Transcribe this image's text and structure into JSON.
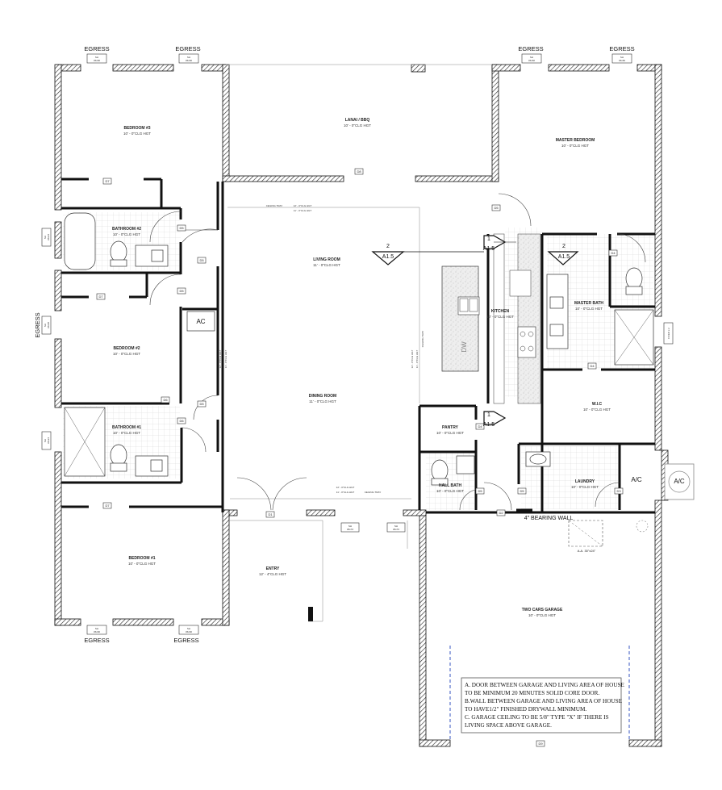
{
  "rooms": {
    "bedroom3": {
      "name": "BEDROOM #3",
      "clg": "10' - 0\"CLG HGT"
    },
    "lanai": {
      "name": "LANAI / BBQ",
      "clg": "10' - 0\"CLG HGT"
    },
    "master_bedroom": {
      "name": "MASTER BEDROOM",
      "clg": "10' - 0\"CLG HGT"
    },
    "bathroom2": {
      "name": "BATHROOM #2",
      "clg": "10' - 0\"CLG HGT"
    },
    "living_room": {
      "name": "LIVING ROOM",
      "clg": "11' - 0\"CLG HGT"
    },
    "master_bath": {
      "name": "MASTER BATH",
      "clg": "10' - 0\"CLG HGT"
    },
    "kitchen": {
      "name": "KITCHEN",
      "clg": "10' - 0\"CLG HGT"
    },
    "bedroom2": {
      "name": "BEDROOM #2",
      "clg": "10' - 0\"CLG HGT"
    },
    "dining_room": {
      "name": "DINING ROOM",
      "clg": "11' - 0\"CLG HGT"
    },
    "wic": {
      "name": "W.I.C",
      "clg": "10' - 0\"CLG HGT"
    },
    "bathroom1": {
      "name": "BATHROOM #1",
      "clg": "10' - 0\"CLG HGT"
    },
    "pantry": {
      "name": "PANTRY",
      "clg": "10' - 0\"CLG HGT"
    },
    "laundry": {
      "name": "LAUNDRY",
      "clg": "10' - 0\"CLG HGT"
    },
    "hall_bath": {
      "name": "HALL BATH",
      "clg": "10' - 0\"CLG HGT"
    },
    "bedroom1": {
      "name": "BEDROOM #1",
      "clg": "10' - 0\"CLG HGT"
    },
    "entry": {
      "name": "ENTRY",
      "clg": "12' - 4\"CLG HGT"
    },
    "garage": {
      "name": "TWO CARS GARAGE",
      "clg": "10' - 0\"CLG HGT"
    }
  },
  "egress": "EGRESS",
  "window_tag": {
    "type": "SH",
    "size_36x60": "36x60",
    "size_36x72": "36x72",
    "size_36x24": "36x24",
    "size_36x48": "36x48",
    "fixed": "FIXED x 2"
  },
  "doors": {
    "d1": "D1",
    "d2": "D2",
    "d3": "D3",
    "d4": "D4",
    "d5": "D5",
    "d6": "D6",
    "d7": "D7",
    "d8": "D8",
    "d9": "D9"
  },
  "labels": {
    "ac": "AC",
    "ac2": "A/C",
    "bearing_wall": "4\" BEARING WALL",
    "attic_access": "A.A. 30\"x24\"",
    "dw": "DW",
    "ceiling_tray": "CEILING TRAY",
    "clg_12": "12' - 0\"CLG HGT",
    "clg_11": "11' - 0\"CLG HGT"
  },
  "section_markers": {
    "num1": "1",
    "num2": "2",
    "sheet": "A1.5"
  },
  "notes": {
    "line1": "A. DOOR BETWEEN GARAGE AND LIVING AREA OF HOUSE",
    "line2": "TO BE MINIMUM 20 MINUTES SOLID CORE DOOR.",
    "line3": "B.WALL BETWEEN GARAGE AND LIVING AREA OF HOUSE",
    "line4": "TO HAVE1/2\" FINISHED DRYWALL MINIMUM.",
    "line5": "C. GARAGE CEILING TO BE 5/8\" TYPE \"X\" IF THERE IS",
    "line6": "LIVING SPACE ABOVE GARAGE."
  }
}
